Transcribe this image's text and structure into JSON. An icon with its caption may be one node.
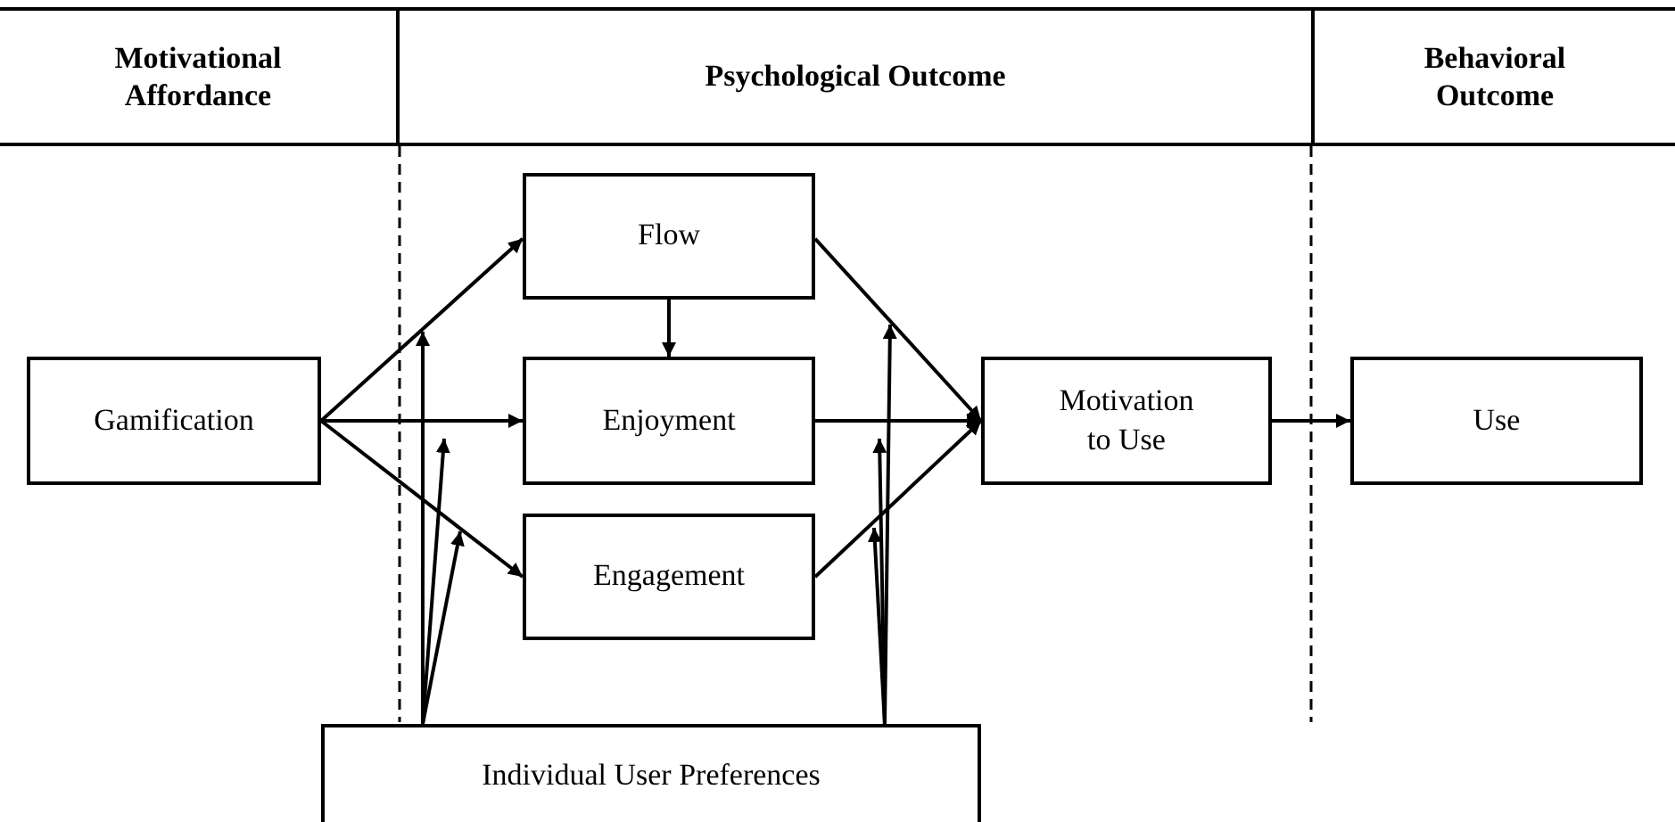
{
  "diagram": {
    "nodes": [
      {
        "text": [
          "Gamification"
        ]
      },
      {
        "text": [
          "Flow"
        ]
      },
      {
        "text": [
          "Enjoyment"
        ]
      },
      {
        "text": [
          "Engagement"
        ]
      },
      {
        "text": [
          "Motivation to Use"
        ]
      },
      {
        "text": [
          "Use"
        ]
      },
      {
        "text": [
          "Individual User Preferences"
        ]
      }
    ],
    "edges": [
      {
        "from": 0,
        "to": 1,
        "arrow": "to"
      },
      {
        "from": 0,
        "to": 2,
        "arrow": "to"
      },
      {
        "from": 0,
        "to": 3,
        "arrow": "to"
      },
      {
        "from": 1,
        "to": 2,
        "arrow": "to"
      },
      {
        "from": 1,
        "to": 4,
        "arrow": "to"
      },
      {
        "from": 2,
        "to": 4,
        "arrow": "to"
      },
      {
        "from": 3,
        "to": 4,
        "arrow": "to"
      },
      {
        "from": 4,
        "to": 5,
        "arrow": "to"
      },
      {
        "from": 6,
        "to": null,
        "arrow": "to"
      },
      {
        "from": 6,
        "to": null,
        "arrow": "to"
      },
      {
        "from": 6,
        "to": null,
        "arrow": "to"
      },
      {
        "from": 6,
        "to": null,
        "arrow": "to"
      },
      {
        "from": 6,
        "to": null,
        "arrow": "to"
      },
      {
        "from": 6,
        "to": null,
        "arrow": "to"
      }
    ],
    "labels": [
      "Motivational Affordance",
      "Psychological Outcome",
      "Behavioral Outcome"
    ]
  }
}
